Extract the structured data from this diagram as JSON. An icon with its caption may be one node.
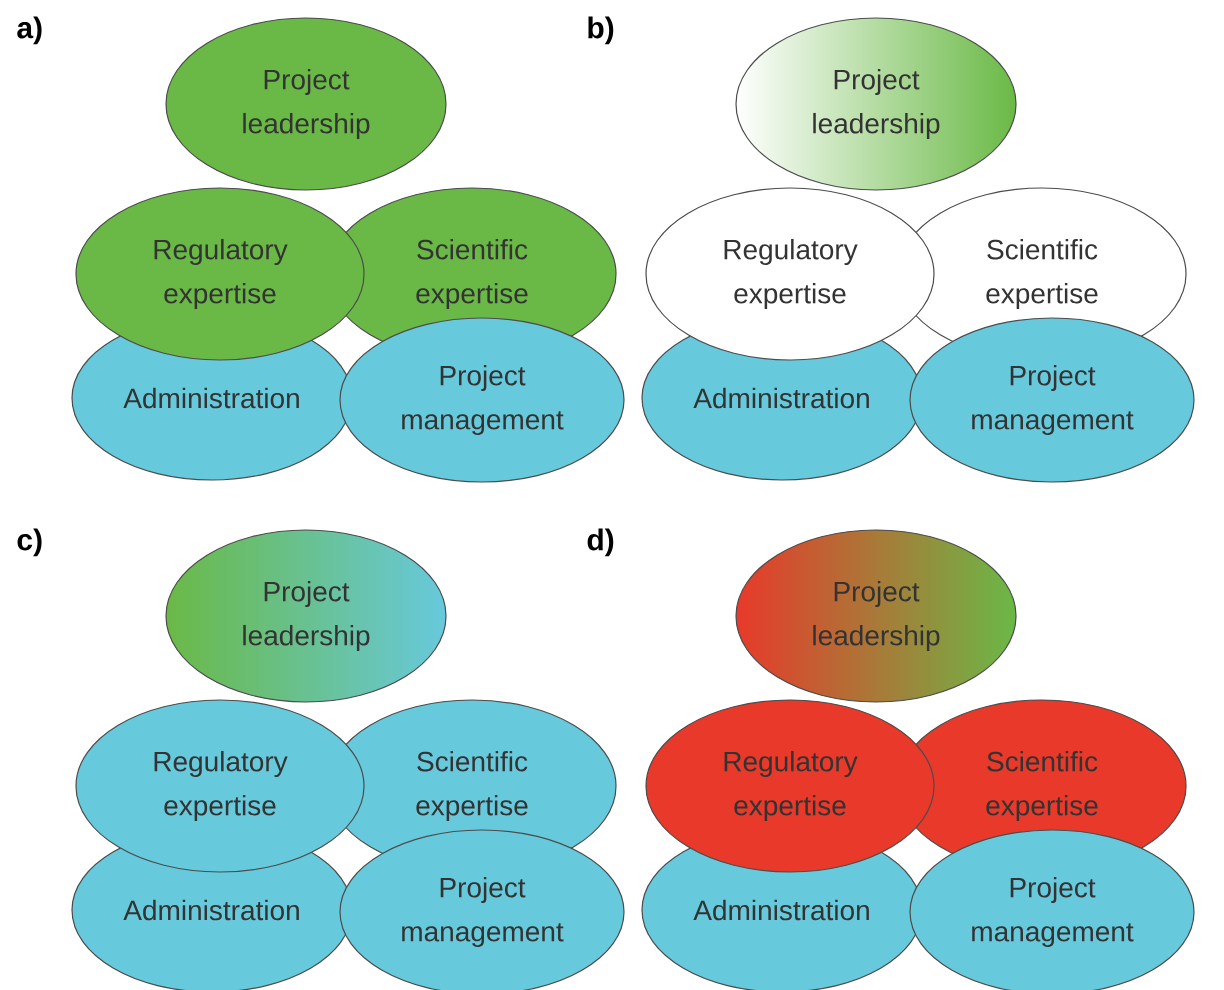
{
  "diagram": {
    "nodes": [
      {
        "text": [
          "Project leadership"
        ]
      },
      {
        "text": [
          "Regulatory expertise"
        ]
      },
      {
        "text": [
          "Scientific expertise"
        ]
      },
      {
        "text": [
          "Administration"
        ]
      },
      {
        "text": [
          "Project management"
        ]
      },
      {
        "text": [
          "Project leadership"
        ]
      },
      {
        "text": [
          "Regulatory expertise"
        ]
      },
      {
        "text": [
          "Scientific expertise"
        ]
      },
      {
        "text": [
          "Administration"
        ]
      },
      {
        "text": [
          "Project management"
        ]
      },
      {
        "text": [
          "Project leadership"
        ]
      },
      {
        "text": [
          "Regulatory expertise"
        ]
      },
      {
        "text": [
          "Scientific expertise"
        ]
      },
      {
        "text": [
          "Administration"
        ]
      },
      {
        "text": [
          "Project management"
        ]
      },
      {
        "text": [
          "Project leadership"
        ]
      },
      {
        "text": [
          "Regulatory expertise"
        ]
      },
      {
        "text": [
          "Scientific expertise"
        ]
      },
      {
        "text": [
          "Administration"
        ]
      },
      {
        "text": [
          "Project management"
        ]
      }
    ],
    "edges": [],
    "labels": [
      "a)",
      "b)",
      "c)",
      "d)"
    ]
  }
}
